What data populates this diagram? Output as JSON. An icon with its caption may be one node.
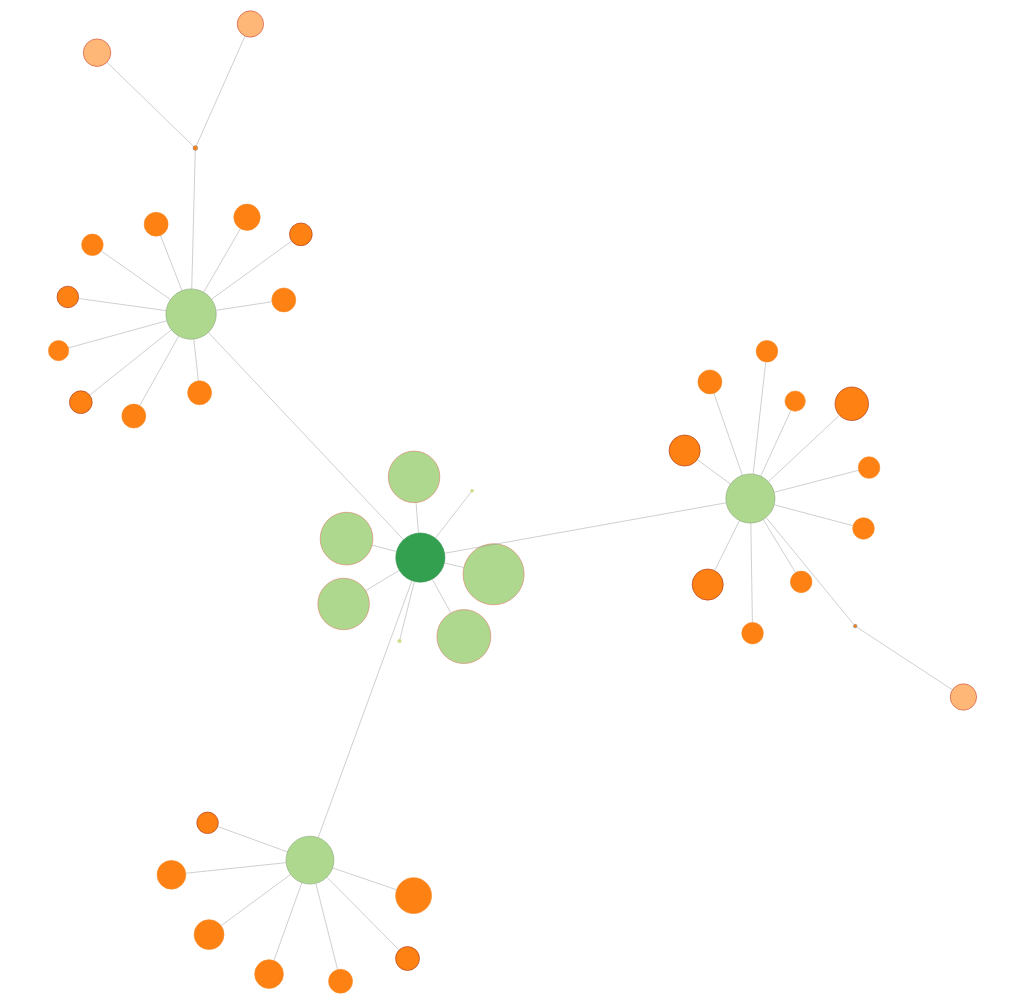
{
  "diagram": {
    "nodes": [
      {
        "text": [],
        "shape": "circle"
      },
      {
        "text": [],
        "shape": "circle"
      },
      {
        "text": [],
        "shape": "circle"
      },
      {
        "text": [],
        "shape": "circle"
      },
      {
        "text": [],
        "shape": "circle"
      },
      {
        "text": [],
        "shape": "circle"
      },
      {
        "text": [],
        "shape": "circle"
      },
      {
        "text": [],
        "shape": "circle"
      },
      {
        "text": [],
        "shape": "circle"
      },
      {
        "text": [],
        "shape": "circle"
      },
      {
        "text": [],
        "shape": "circle"
      },
      {
        "text": [],
        "shape": "circle"
      },
      {
        "text": [],
        "shape": "circle"
      },
      {
        "text": [],
        "shape": "circle"
      },
      {
        "text": [],
        "shape": "circle"
      },
      {
        "text": [],
        "shape": "circle"
      },
      {
        "text": [],
        "shape": "circle"
      },
      {
        "text": [],
        "shape": "circle"
      },
      {
        "text": [],
        "shape": "circle"
      },
      {
        "text": [],
        "shape": "circle"
      },
      {
        "text": [],
        "shape": "circle"
      },
      {
        "text": [],
        "shape": "circle"
      },
      {
        "text": [],
        "shape": "circle"
      },
      {
        "text": [],
        "shape": "circle"
      },
      {
        "text": [],
        "shape": "circle"
      },
      {
        "text": [],
        "shape": "circle"
      },
      {
        "text": [],
        "shape": "circle"
      },
      {
        "text": [],
        "shape": "circle"
      },
      {
        "text": [],
        "shape": "circle"
      },
      {
        "text": [],
        "shape": "circle"
      },
      {
        "text": [],
        "shape": "circle"
      },
      {
        "text": [],
        "shape": "circle"
      },
      {
        "text": [],
        "shape": "circle"
      },
      {
        "text": [],
        "shape": "circle"
      },
      {
        "text": [],
        "shape": "circle"
      },
      {
        "text": [],
        "shape": "circle"
      },
      {
        "text": [],
        "shape": "circle"
      },
      {
        "text": [],
        "shape": "circle"
      },
      {
        "text": [],
        "shape": "circle"
      },
      {
        "text": [],
        "shape": "circle"
      },
      {
        "text": [],
        "shape": "circle"
      },
      {
        "text": [],
        "shape": "circle"
      },
      {
        "text": [],
        "shape": "circle"
      }
    ],
    "edges": [
      {
        "from": 22,
        "to": 8,
        "arrow": "none"
      },
      {
        "from": 22,
        "to": 20,
        "arrow": "none"
      },
      {
        "from": 22,
        "to": 33,
        "arrow": "none"
      },
      {
        "from": 22,
        "to": 21,
        "arrow": "none"
      },
      {
        "from": 22,
        "to": 15,
        "arrow": "none"
      },
      {
        "from": 22,
        "to": 26,
        "arrow": "none"
      },
      {
        "from": 22,
        "to": 29,
        "arrow": "none"
      },
      {
        "from": 22,
        "to": 24,
        "arrow": "none"
      },
      {
        "from": 22,
        "to": 13,
        "arrow": "none"
      },
      {
        "from": 22,
        "to": 17,
        "arrow": "none"
      },
      {
        "from": 8,
        "to": 7,
        "arrow": "none"
      },
      {
        "from": 8,
        "to": 5,
        "arrow": "none"
      },
      {
        "from": 8,
        "to": 3,
        "arrow": "none"
      },
      {
        "from": 8,
        "to": 1,
        "arrow": "none"
      },
      {
        "from": 8,
        "to": 0,
        "arrow": "none"
      },
      {
        "from": 8,
        "to": 2,
        "arrow": "none"
      },
      {
        "from": 8,
        "to": 4,
        "arrow": "none"
      },
      {
        "from": 8,
        "to": 6,
        "arrow": "none"
      },
      {
        "from": 8,
        "to": 9,
        "arrow": "none"
      },
      {
        "from": 8,
        "to": 10,
        "arrow": "none"
      },
      {
        "from": 8,
        "to": 11,
        "arrow": "none"
      },
      {
        "from": 11,
        "to": 18,
        "arrow": "none"
      },
      {
        "from": 11,
        "to": 19,
        "arrow": "none"
      },
      {
        "from": 20,
        "to": 12,
        "arrow": "none"
      },
      {
        "from": 20,
        "to": 14,
        "arrow": "none"
      },
      {
        "from": 20,
        "to": 16,
        "arrow": "none"
      },
      {
        "from": 20,
        "to": 23,
        "arrow": "none"
      },
      {
        "from": 20,
        "to": 25,
        "arrow": "none"
      },
      {
        "from": 20,
        "to": 30,
        "arrow": "none"
      },
      {
        "from": 20,
        "to": 28,
        "arrow": "none"
      },
      {
        "from": 33,
        "to": 27,
        "arrow": "none"
      },
      {
        "from": 33,
        "to": 31,
        "arrow": "none"
      },
      {
        "from": 33,
        "to": 32,
        "arrow": "none"
      },
      {
        "from": 33,
        "to": 34,
        "arrow": "none"
      },
      {
        "from": 33,
        "to": 37,
        "arrow": "none"
      },
      {
        "from": 33,
        "to": 39,
        "arrow": "none"
      },
      {
        "from": 33,
        "to": 41,
        "arrow": "none"
      },
      {
        "from": 33,
        "to": 42,
        "arrow": "none"
      },
      {
        "from": 33,
        "to": 40,
        "arrow": "none"
      },
      {
        "from": 33,
        "to": 38,
        "arrow": "none"
      },
      {
        "from": 33,
        "to": 35,
        "arrow": "none"
      },
      {
        "from": 35,
        "to": 36,
        "arrow": "none"
      }
    ]
  }
}
